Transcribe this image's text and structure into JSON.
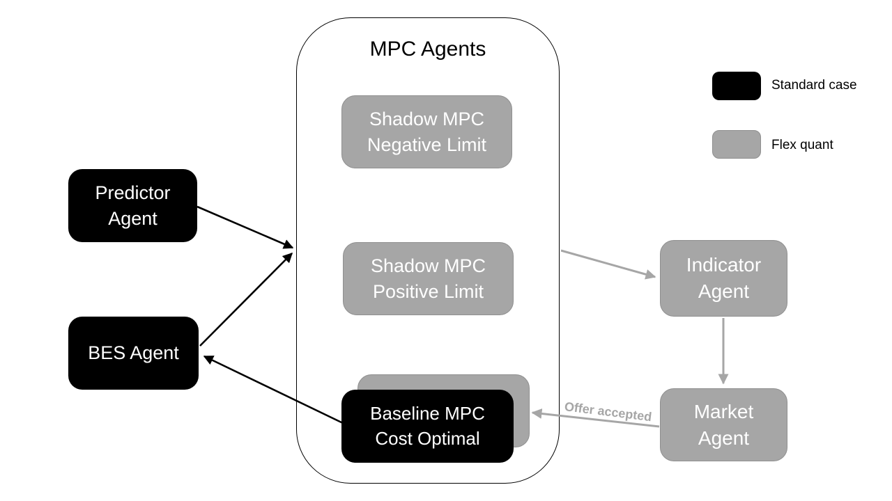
{
  "diagram": {
    "container": {
      "title": "MPC Agents"
    },
    "nodes": {
      "predictor": {
        "label": "Predictor\nAgent",
        "type": "standard"
      },
      "bes": {
        "label": "BES Agent",
        "type": "standard"
      },
      "shadow_negative": {
        "label": "Shadow MPC\nNegative Limit",
        "type": "flex"
      },
      "shadow_positive": {
        "label": "Shadow MPC\nPositive Limit",
        "type": "flex"
      },
      "baseline": {
        "label": "Baseline MPC\nCost Optimal",
        "type": "standard"
      },
      "indicator": {
        "label": "Indicator\nAgent",
        "type": "flex"
      },
      "market": {
        "label": "Market\nAgent",
        "type": "flex"
      }
    },
    "edges": {
      "predictor_to_mpc": {
        "style": "black-solid-arrow"
      },
      "bes_to_mpc": {
        "style": "black-solid-arrow"
      },
      "baseline_to_bes": {
        "style": "black-solid-arrow"
      },
      "mpc_to_indicator": {
        "style": "gray-solid-arrow"
      },
      "indicator_to_market": {
        "style": "gray-solid-arrow"
      },
      "market_to_baseline": {
        "style": "gray-solid-arrow",
        "label": "Offer accepted"
      }
    },
    "legend": {
      "items": [
        {
          "label": "Standard case",
          "swatch": "black-rounded-rect",
          "color": "#000000"
        },
        {
          "label": "Flex quant",
          "swatch": "gray-rounded-rect",
          "color": "#a6a6a6"
        }
      ]
    },
    "colors": {
      "standard_fill": "#000000",
      "flex_fill": "#a6a6a6",
      "flex_border": "#8f8f8f",
      "arrow_gray": "#a6a6a6",
      "text_on_node": "#ffffff"
    }
  }
}
